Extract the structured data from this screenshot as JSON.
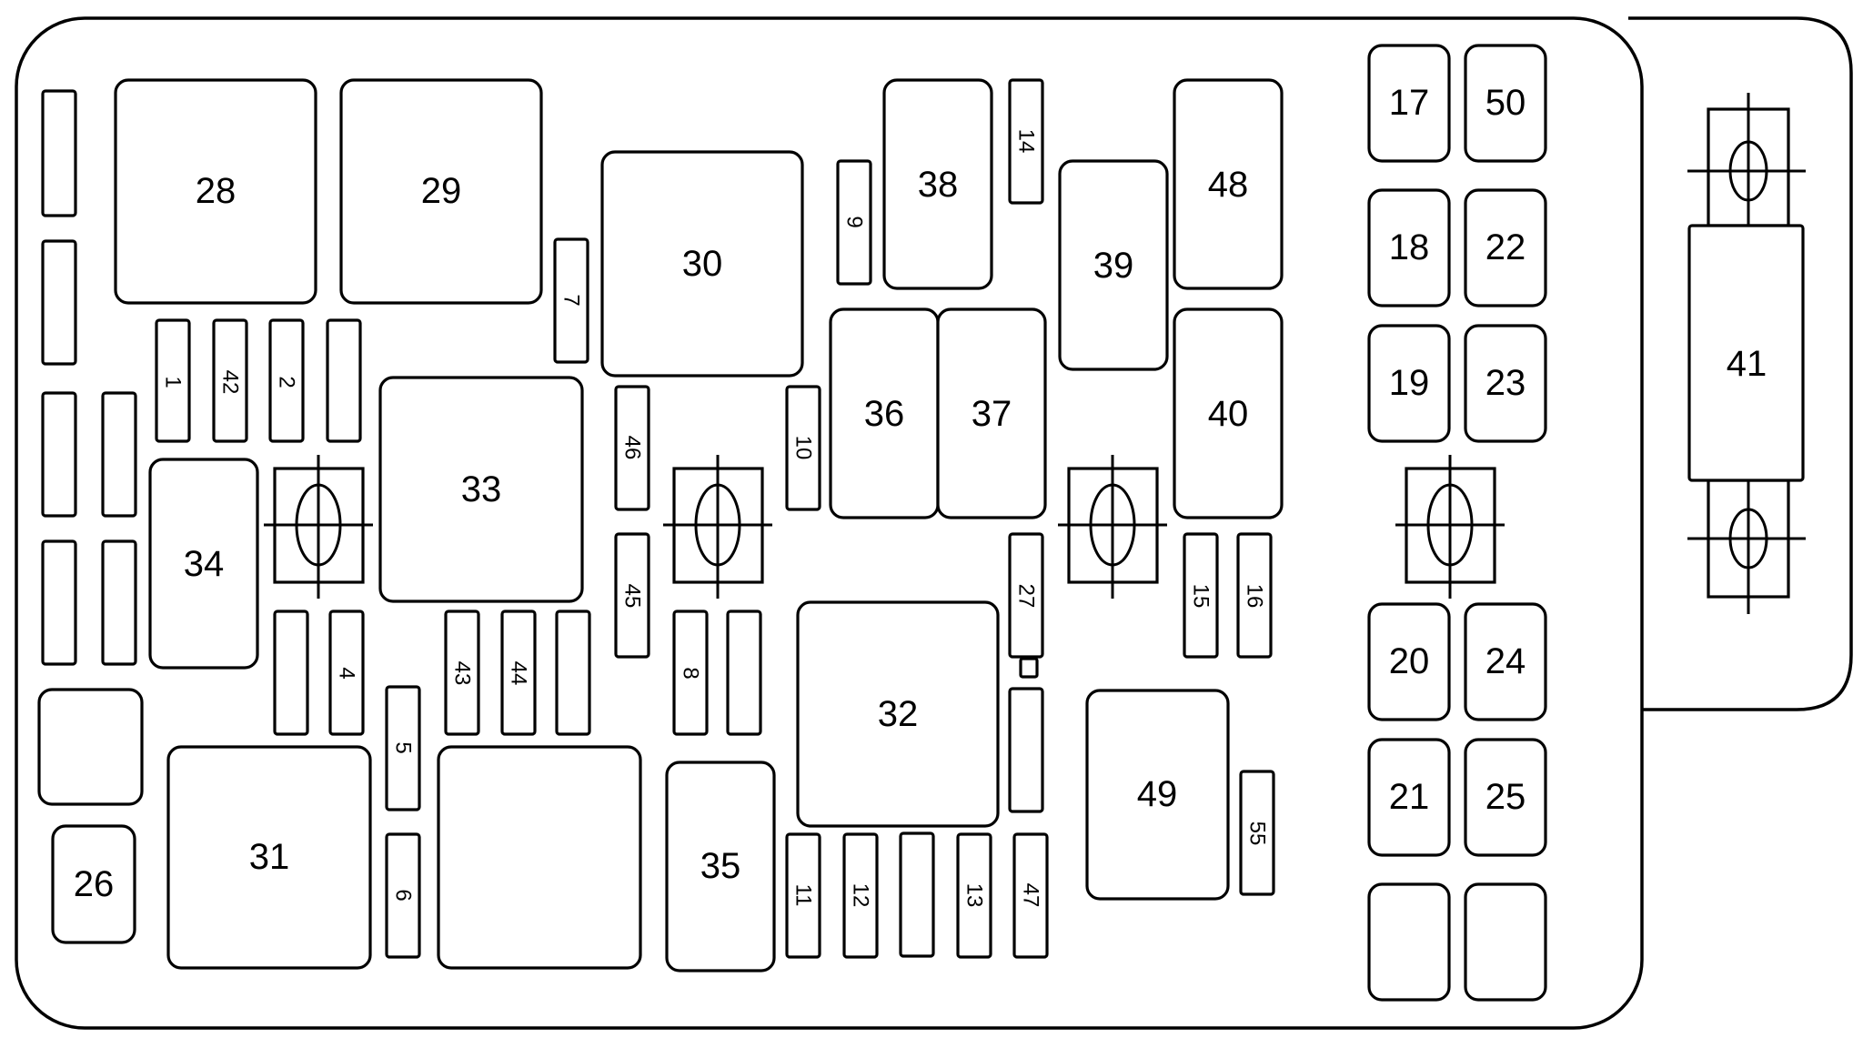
{
  "components": [
    {
      "id": "28",
      "label": "28",
      "kind": "relay"
    },
    {
      "id": "29",
      "label": "29",
      "kind": "relay"
    },
    {
      "id": "30",
      "label": "30",
      "kind": "relay"
    },
    {
      "id": "31",
      "label": "31",
      "kind": "relay"
    },
    {
      "id": "32",
      "label": "32",
      "kind": "relay"
    },
    {
      "id": "33",
      "label": "33",
      "kind": "relay"
    },
    {
      "id": "34",
      "label": "34",
      "kind": "relay"
    },
    {
      "id": "35",
      "label": "35",
      "kind": "relay"
    },
    {
      "id": "36",
      "label": "36",
      "kind": "relay"
    },
    {
      "id": "37",
      "label": "37",
      "kind": "relay"
    },
    {
      "id": "38",
      "label": "38",
      "kind": "relay"
    },
    {
      "id": "39",
      "label": "39",
      "kind": "relay"
    },
    {
      "id": "40",
      "label": "40",
      "kind": "relay"
    },
    {
      "id": "48",
      "label": "48",
      "kind": "relay"
    },
    {
      "id": "49",
      "label": "49",
      "kind": "relay"
    },
    {
      "id": "26",
      "label": "26",
      "kind": "relay"
    },
    {
      "id": "blank-relay-a",
      "label": "",
      "kind": "relay"
    },
    {
      "id": "blank-relay-b",
      "label": "",
      "kind": "relay"
    },
    {
      "id": "17",
      "label": "17",
      "kind": "maxi-fuse"
    },
    {
      "id": "50",
      "label": "50",
      "kind": "maxi-fuse"
    },
    {
      "id": "18",
      "label": "18",
      "kind": "maxi-fuse"
    },
    {
      "id": "22",
      "label": "22",
      "kind": "maxi-fuse"
    },
    {
      "id": "19",
      "label": "19",
      "kind": "maxi-fuse"
    },
    {
      "id": "23",
      "label": "23",
      "kind": "maxi-fuse"
    },
    {
      "id": "20",
      "label": "20",
      "kind": "maxi-fuse"
    },
    {
      "id": "24",
      "label": "24",
      "kind": "maxi-fuse"
    },
    {
      "id": "21",
      "label": "21",
      "kind": "maxi-fuse"
    },
    {
      "id": "25",
      "label": "25",
      "kind": "maxi-fuse"
    },
    {
      "id": "blank-maxi-a",
      "label": "",
      "kind": "maxi-fuse"
    },
    {
      "id": "blank-maxi-b",
      "label": "",
      "kind": "maxi-fuse"
    },
    {
      "id": "41",
      "label": "41",
      "kind": "mega-fuse"
    },
    {
      "id": "1",
      "label": "1",
      "kind": "fuse"
    },
    {
      "id": "42",
      "label": "42",
      "kind": "fuse"
    },
    {
      "id": "2",
      "label": "2",
      "kind": "fuse"
    },
    {
      "id": "4",
      "label": "4",
      "kind": "fuse"
    },
    {
      "id": "5",
      "label": "5",
      "kind": "fuse"
    },
    {
      "id": "6",
      "label": "6",
      "kind": "fuse"
    },
    {
      "id": "7",
      "label": "7",
      "kind": "fuse"
    },
    {
      "id": "8",
      "label": "8",
      "kind": "fuse"
    },
    {
      "id": "9",
      "label": "9",
      "kind": "fuse"
    },
    {
      "id": "10",
      "label": "10",
      "kind": "fuse"
    },
    {
      "id": "11",
      "label": "11",
      "kind": "fuse"
    },
    {
      "id": "12",
      "label": "12",
      "kind": "fuse"
    },
    {
      "id": "13",
      "label": "13",
      "kind": "fuse"
    },
    {
      "id": "14",
      "label": "14",
      "kind": "fuse"
    },
    {
      "id": "15",
      "label": "15",
      "kind": "fuse"
    },
    {
      "id": "16",
      "label": "16",
      "kind": "fuse"
    },
    {
      "id": "27",
      "label": "27",
      "kind": "fuse"
    },
    {
      "id": "43",
      "label": "43",
      "kind": "fuse"
    },
    {
      "id": "44",
      "label": "44",
      "kind": "fuse"
    },
    {
      "id": "45",
      "label": "45",
      "kind": "fuse"
    },
    {
      "id": "46",
      "label": "46",
      "kind": "fuse"
    },
    {
      "id": "47",
      "label": "47",
      "kind": "fuse"
    },
    {
      "id": "55",
      "label": "55",
      "kind": "fuse"
    }
  ]
}
